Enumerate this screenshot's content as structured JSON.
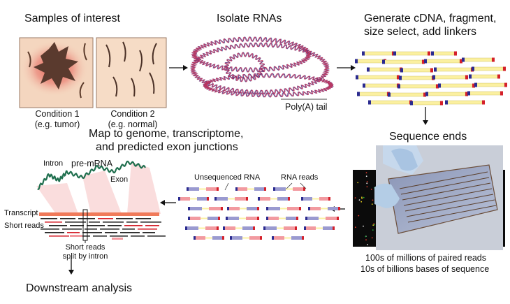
{
  "steps": {
    "samples_title": "Samples of interest",
    "isolate_title": "Isolate RNAs",
    "generate_title_1": "Generate cDNA, fragment,",
    "generate_title_2": "size select, add linkers",
    "sequence_title": "Sequence ends",
    "map_title_1": "Map to genome, transcriptome,",
    "map_title_2": "and predicted exon junctions",
    "downstream_title": "Downstream analysis"
  },
  "conditions": [
    {
      "label": "Condition 1",
      "sub": "(e.g. tumor)"
    },
    {
      "label": "Condition 2",
      "sub": "(e.g. normal)"
    }
  ],
  "labels": {
    "polya": "Poly(A) tail",
    "unsequenced": "Unsequenced RNA",
    "rna_reads": "RNA reads",
    "intron": "Intron",
    "pre_mrna": "pre-mRNA",
    "exon": "Exon",
    "transcript": "Transcript",
    "short_reads": "Short reads",
    "split_1": "Short reads",
    "split_2": "split by intron"
  },
  "stats": {
    "line1": "100s of millions of paired reads",
    "line2": "10s of billions bases of sequence"
  },
  "colors": {
    "fragment_fill": "#fbf0a0",
    "blue_end": "#2b2b8f",
    "red_end": "#d4202a",
    "read_blue": "#9a9ad0",
    "read_red": "#f29aa0",
    "rna_wave": "#3a3a8a",
    "rna_wave_red": "#c8325a",
    "exon_green": "#2f8c6a",
    "transcript_bar": "#f07a5a"
  }
}
